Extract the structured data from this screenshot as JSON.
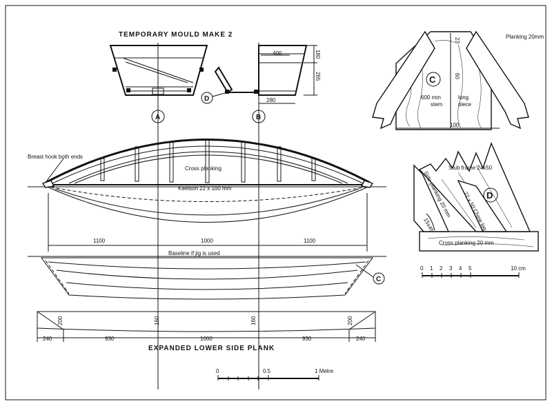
{
  "titles": {
    "mould": "TEMPORARY MOULD MAKE 2",
    "plank": "EXPANDED LOWER SIDE PLANK"
  },
  "markers": {
    "A": "A",
    "B": "B",
    "C": "C",
    "D": "D"
  },
  "mould_dims": {
    "w400": "400",
    "h180": "180",
    "h265": "265",
    "w280": "280"
  },
  "profile_labels": {
    "breast_hook": "Breast hook both ends",
    "cross_planking": "Cross planking",
    "keelson": "Keelson 22 x 100 mm",
    "baseline": "Baseline if jig is used"
  },
  "station_dims": {
    "s1": "1100",
    "s2": "1000",
    "s3": "1100"
  },
  "plank_dims": {
    "h_left": "200",
    "h_a": "160",
    "h_b": "160",
    "h_right": "200",
    "l1": "240",
    "l2": "930",
    "l3": "1000",
    "l4": "930",
    "l5": "240"
  },
  "scale_main": {
    "t0": "0",
    "t1": "0.5",
    "t2": "1 Metre"
  },
  "detail_c": {
    "planking": "Planking 20mm",
    "stem1": "600 mm",
    "stem2": "stem",
    "long1": "long",
    "long2": "piece",
    "d23": "23",
    "d60": "60",
    "d100": "100"
  },
  "detail_d": {
    "stub": "Stub frame 24x50",
    "chine": "22 x 50 Chine log",
    "side": "Side planking 20 mm",
    "angle": "15x45",
    "cross": "Cross planking 20 mm"
  },
  "scale_detail": {
    "n0": "0",
    "n1": "1",
    "n2": "2",
    "n3": "3",
    "n4": "4",
    "n5": "5",
    "unit": "10 cm"
  }
}
